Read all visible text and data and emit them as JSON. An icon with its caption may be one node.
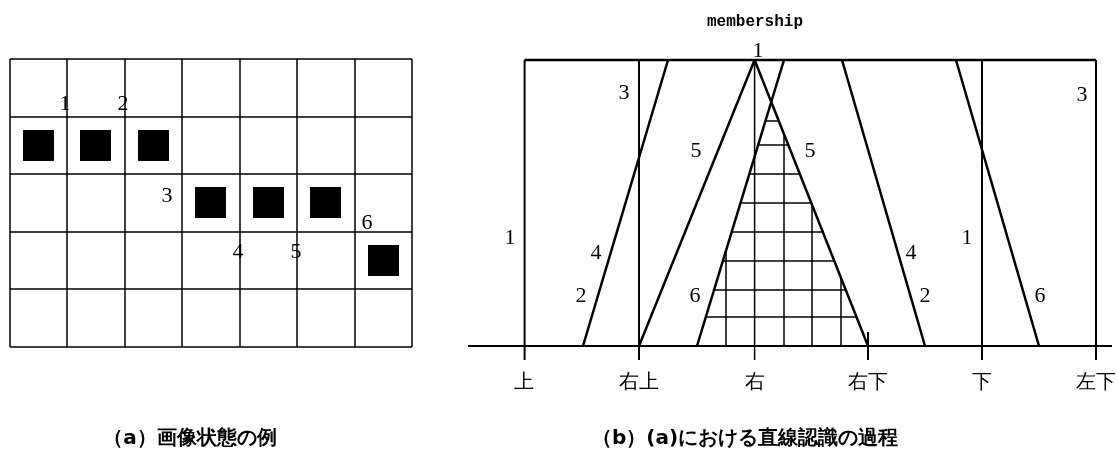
{
  "diagram": {
    "labels": [
      "1",
      "2",
      "3",
      "6",
      "4",
      "5",
      "membership",
      "1",
      "3",
      "3",
      "5",
      "5",
      "1",
      "1",
      "4",
      "4",
      "2",
      "6",
      "2",
      "6",
      "上",
      "右上",
      "右",
      "右下",
      "下",
      "左下",
      "（a）画像状態の例",
      "（b）(a)における直線認識の過程"
    ]
  }
}
